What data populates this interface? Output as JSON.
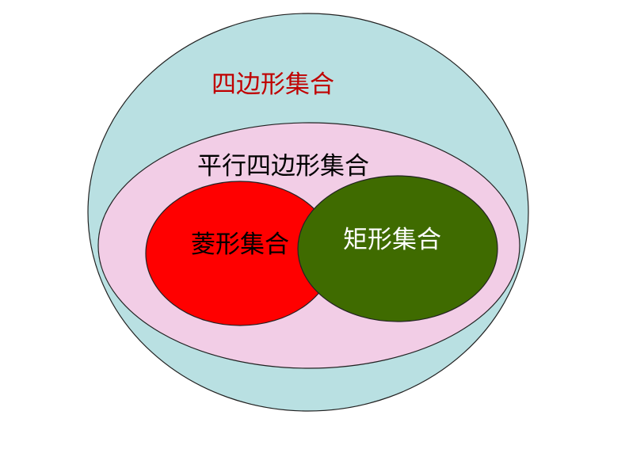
{
  "diagram": {
    "sets": [
      {
        "id": "quadrilateral",
        "label": "四边形集合",
        "fill": "#b9e0e2",
        "text_color": "#c00000"
      },
      {
        "id": "parallelogram",
        "label": "平行四边形集合",
        "fill": "#f2cde6",
        "text_color": "#000000"
      },
      {
        "id": "rhombus",
        "label": "菱形集合",
        "fill": "#ff0000",
        "text_color": "#000000"
      },
      {
        "id": "rectangle",
        "label": "矩形集合",
        "fill": "#3f6b00",
        "text_color": "#ffffff"
      }
    ],
    "outline_color": "#222222"
  }
}
